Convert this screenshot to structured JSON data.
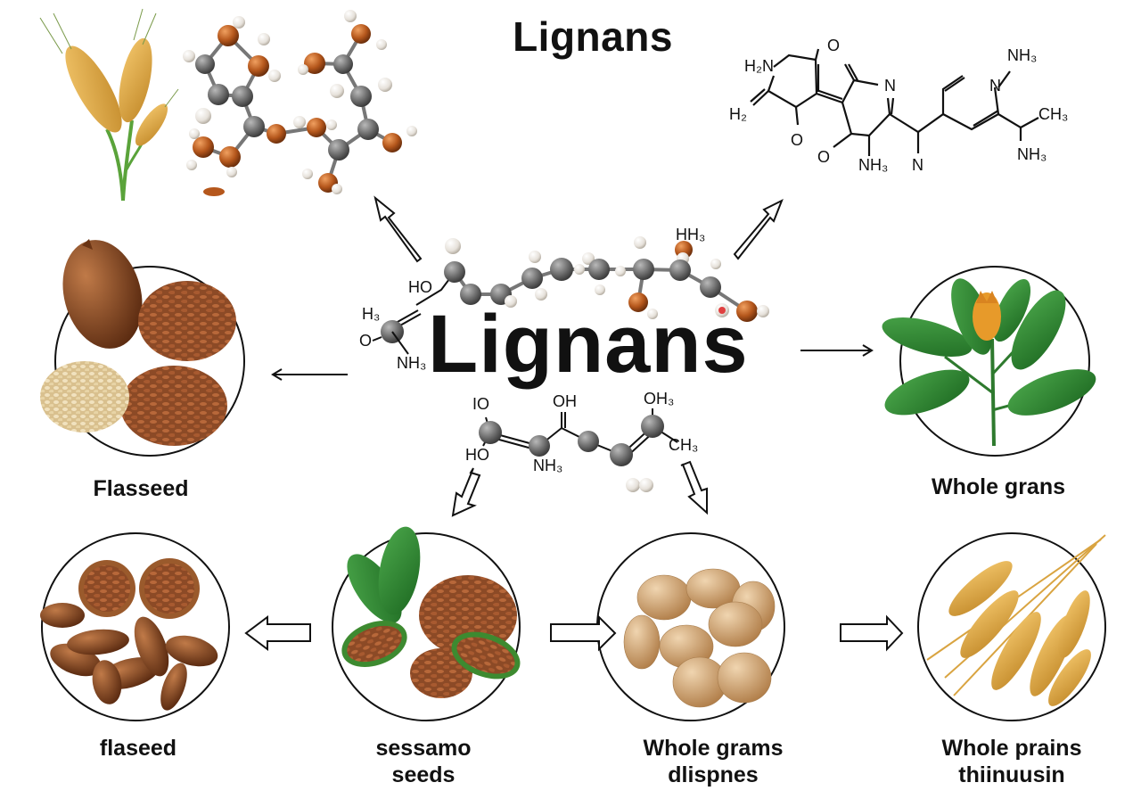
{
  "titles": {
    "top": "Lignans",
    "center": "Lignans"
  },
  "colors": {
    "carbon_atom": "#6e6e6e",
    "oxygen_atom": "#b5571c",
    "hydrogen_atom": "#ece8e2",
    "leaf_green": "#2e8a2e",
    "grain_gold": "#d9a441",
    "seed_brown": "#9b5a33",
    "outline": "#111111"
  },
  "nodes": {
    "flasseed_upper": {
      "label": "Flasseed",
      "image": "flaxseed-mix-icon"
    },
    "whole_grans_upper": {
      "label": "Whole grans",
      "image": "plant-flower-icon"
    },
    "flaseed_lower": {
      "label": "flaseed",
      "image": "seeds-bowl-icon"
    },
    "sessamo": {
      "label_line1": "sessamo",
      "label_line2": "seeds",
      "image": "sesame-pod-icon"
    },
    "whole_grams": {
      "label_line1": "Whole grams",
      "label_line2": "dlispnes",
      "image": "nuts-icon"
    },
    "whole_prains": {
      "label_line1": "Whole prains",
      "label_line2": "thiinuusin",
      "image": "wheat-bundle-icon"
    }
  },
  "decor": {
    "top_left_image": "wheat-stalk-icon",
    "top_left_molecule": "ball-stick-molecule-icon",
    "top_right_structure": "skeletal-formula-icon",
    "center_molecule_upper": "ball-stick-chain-icon",
    "center_molecule_lower": "ball-stick-chain-icon"
  },
  "chem_labels": {
    "top_right": [
      "H2N",
      "O",
      "H2",
      "O",
      "N",
      "O",
      "NH3",
      "N",
      "N",
      "NH3",
      "CH3",
      "NH3"
    ],
    "center_upper": {
      "ho": "HO",
      "hh3": "HH3"
    },
    "center_left": {
      "h3": "H3",
      "o": "O",
      "nh3": "NH3"
    },
    "center_lower": {
      "io": "IO",
      "ho": "HO",
      "oh": "OH",
      "nh3": "NH3",
      "oh3": "OH3",
      "ch3": "CH3"
    }
  },
  "arrows": [
    {
      "id": "center-to-top-left",
      "style": "outline",
      "direction": "up-left"
    },
    {
      "id": "center-to-top-right",
      "style": "outline",
      "direction": "up-right"
    },
    {
      "id": "center-to-flasseed",
      "style": "line",
      "direction": "left"
    },
    {
      "id": "center-to-whole-grans",
      "style": "line",
      "direction": "right"
    },
    {
      "id": "center-to-sessamo",
      "style": "outline",
      "direction": "down-left"
    },
    {
      "id": "center-to-whole-grams",
      "style": "outline",
      "direction": "down"
    },
    {
      "id": "sessamo-to-flaseed",
      "style": "outline",
      "direction": "left"
    },
    {
      "id": "sessamo-to-whole-grams",
      "style": "outline",
      "direction": "right"
    },
    {
      "id": "whole-grams-to-whole-prains",
      "style": "outline",
      "direction": "right"
    }
  ]
}
